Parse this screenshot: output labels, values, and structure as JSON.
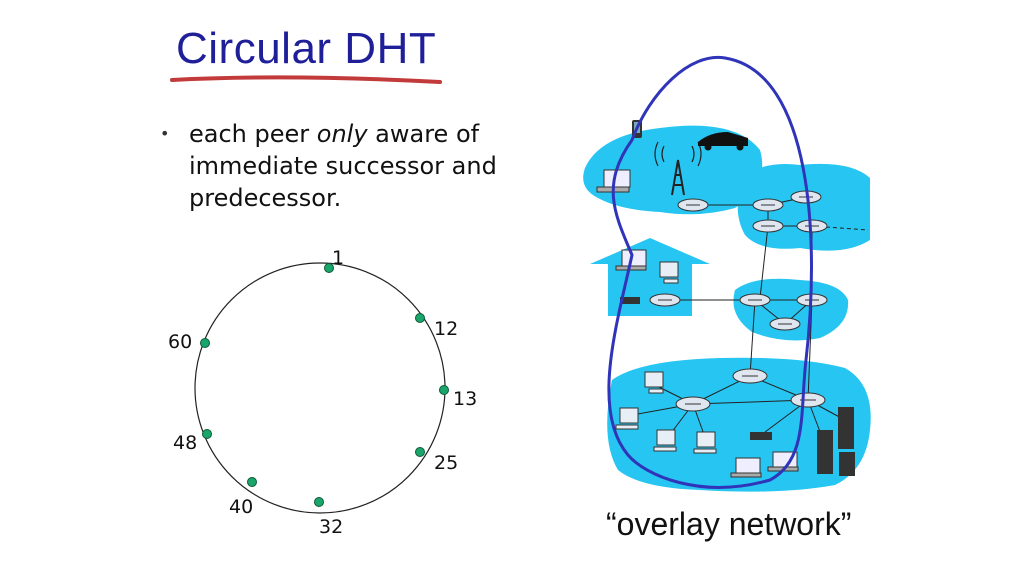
{
  "title": "Circular DHT",
  "bullet": {
    "before": "each peer ",
    "emphasis": "only",
    "after": " aware of immediate successor and predecessor."
  },
  "ring": {
    "peers": [
      "1",
      "12",
      "13",
      "25",
      "32",
      "40",
      "48",
      "60"
    ],
    "node_color": "#1aa56a",
    "ring_color": "#222222"
  },
  "network": {
    "caption": "“overlay network”",
    "overlay_color": "#2f34b8",
    "cloud_color": "#27c5f2"
  },
  "colors": {
    "title": "#1f1f9a",
    "underline": "#c23a3a"
  }
}
